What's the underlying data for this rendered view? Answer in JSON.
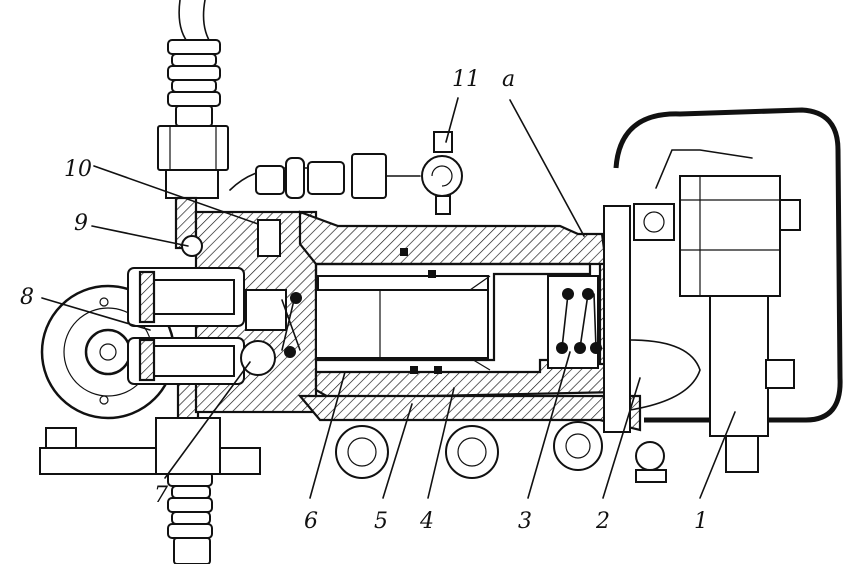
{
  "figure": {
    "callouts": [
      {
        "id": "c1",
        "text": "1"
      },
      {
        "id": "c2",
        "text": "2"
      },
      {
        "id": "c3",
        "text": "3"
      },
      {
        "id": "c4",
        "text": "4"
      },
      {
        "id": "c5",
        "text": "5"
      },
      {
        "id": "c6",
        "text": "6"
      },
      {
        "id": "c7",
        "text": "7"
      },
      {
        "id": "c8",
        "text": "8"
      },
      {
        "id": "c9",
        "text": "9"
      },
      {
        "id": "c10",
        "text": "10"
      },
      {
        "id": "c11",
        "text": "11"
      },
      {
        "id": "ca",
        "text": "a"
      }
    ],
    "colors": {
      "ink": "#111111",
      "paper": "#ffffff"
    }
  }
}
